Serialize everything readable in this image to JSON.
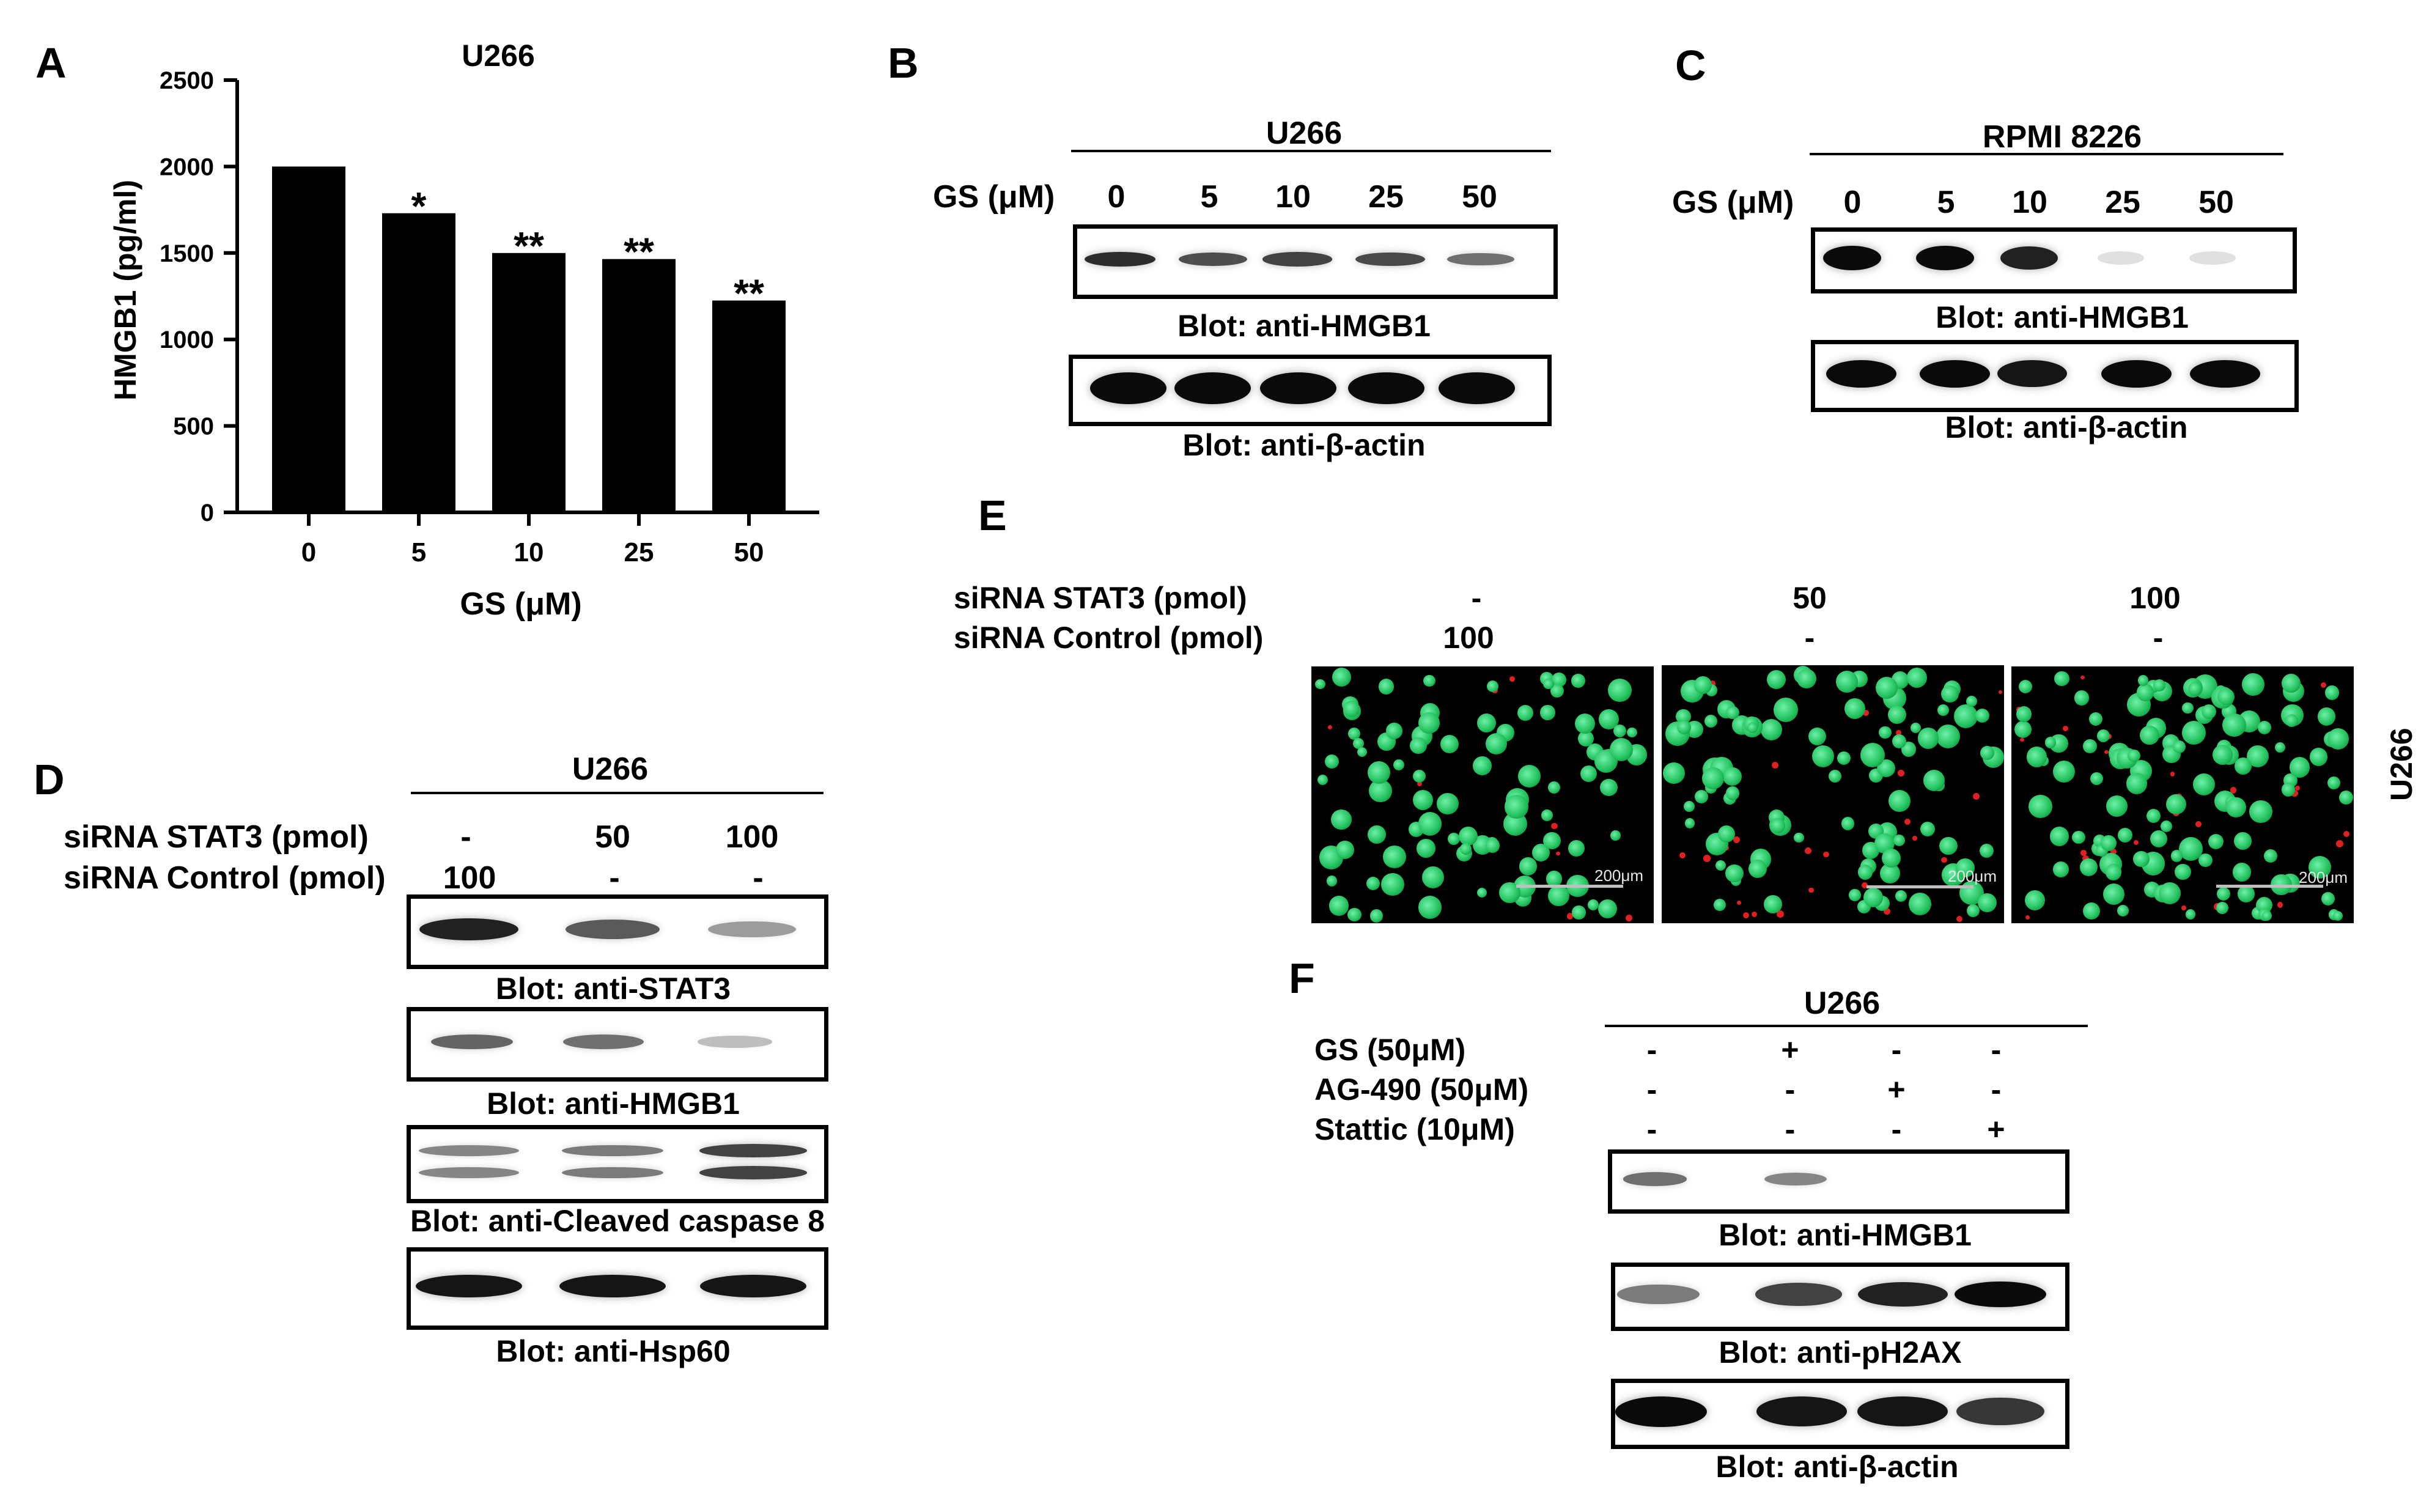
{
  "panels": {
    "A": {
      "letter": "A",
      "chart_data": {
        "type": "bar",
        "title": "U266",
        "xlabel": "GS (μM)",
        "ylabel": "HMGB1 (pg/ml)",
        "categories": [
          "0",
          "5",
          "10",
          "25",
          "50"
        ],
        "values": [
          2000,
          1730,
          1500,
          1465,
          1225
        ],
        "significance": [
          "",
          "*",
          "**",
          "**",
          "**"
        ],
        "ylim": [
          0,
          2500
        ],
        "yticks": [
          "0",
          "500",
          "1000",
          "1500",
          "2000",
          "2500"
        ],
        "grid": false,
        "bar_color": "#000000"
      }
    },
    "B": {
      "letter": "B",
      "cell_line": "U266",
      "row_label": "GS (μM)",
      "doses": [
        "0",
        "5",
        "10",
        "25",
        "50"
      ],
      "blots": [
        {
          "label": "Blot: anti-HMGB1",
          "intensities": [
            0.85,
            0.7,
            0.75,
            0.72,
            0.55
          ]
        },
        {
          "label": "Blot: anti-β-actin",
          "intensities": [
            1,
            1,
            1,
            1,
            1
          ]
        }
      ]
    },
    "C": {
      "letter": "C",
      "cell_line": "RPMI 8226",
      "row_label": "GS (μM)",
      "doses": [
        "0",
        "5",
        "10",
        "25",
        "50"
      ],
      "blots": [
        {
          "label": "Blot: anti-HMGB1",
          "intensities": [
            1,
            1,
            0.9,
            0.05,
            0.05
          ]
        },
        {
          "label": "Blot: anti-β-actin",
          "intensities": [
            1,
            1,
            0.95,
            1,
            1
          ]
        }
      ]
    },
    "D": {
      "letter": "D",
      "cell_line": "U266",
      "rows": [
        {
          "label": "siRNA STAT3 (pmol)",
          "values": [
            "-",
            "50",
            "100"
          ]
        },
        {
          "label": "siRNA Control (pmol)",
          "values": [
            "100",
            "-",
            "-"
          ]
        }
      ],
      "blots": [
        {
          "label": "Blot: anti-STAT3",
          "intensities": [
            0.9,
            0.65,
            0.35
          ]
        },
        {
          "label": "Blot: anti-HMGB1",
          "intensities": [
            0.6,
            0.55,
            0.2
          ]
        },
        {
          "label": "Blot: anti-Cleaved caspase 8",
          "intensities": [
            0.45,
            0.5,
            0.75
          ]
        },
        {
          "label": "Blot: anti-Hsp60",
          "intensities": [
            0.95,
            0.95,
            0.95
          ]
        }
      ]
    },
    "E": {
      "letter": "E",
      "side_label": "U266",
      "rows": [
        {
          "label": "siRNA STAT3 (pmol)",
          "values": [
            "-",
            "50",
            "100"
          ]
        },
        {
          "label": "siRNA Control (pmol)",
          "values": [
            "100",
            "-",
            "-"
          ]
        }
      ],
      "scale_label": "200μm",
      "cell_color": "#1fbf5a",
      "dead_cell_color": "#e02020"
    },
    "F": {
      "letter": "F",
      "cell_line": "U266",
      "rows": [
        {
          "label": "GS (50μM)",
          "values": [
            "-",
            "+",
            "-",
            "-"
          ]
        },
        {
          "label": "AG-490 (50μM)",
          "values": [
            "-",
            "-",
            "+",
            "-"
          ]
        },
        {
          "label": "Stattic (10μM)",
          "values": [
            "-",
            "-",
            "-",
            "+"
          ]
        }
      ],
      "blots": [
        {
          "label": "Blot: anti-HMGB1",
          "intensities": [
            0.55,
            0.45,
            0.0,
            0.0
          ]
        },
        {
          "label": "Blot: anti-pH2AX",
          "intensities": [
            0.5,
            0.75,
            0.9,
            1
          ]
        },
        {
          "label": "Blot: anti-β-actin",
          "intensities": [
            1,
            0.95,
            0.95,
            0.8
          ]
        }
      ]
    }
  }
}
